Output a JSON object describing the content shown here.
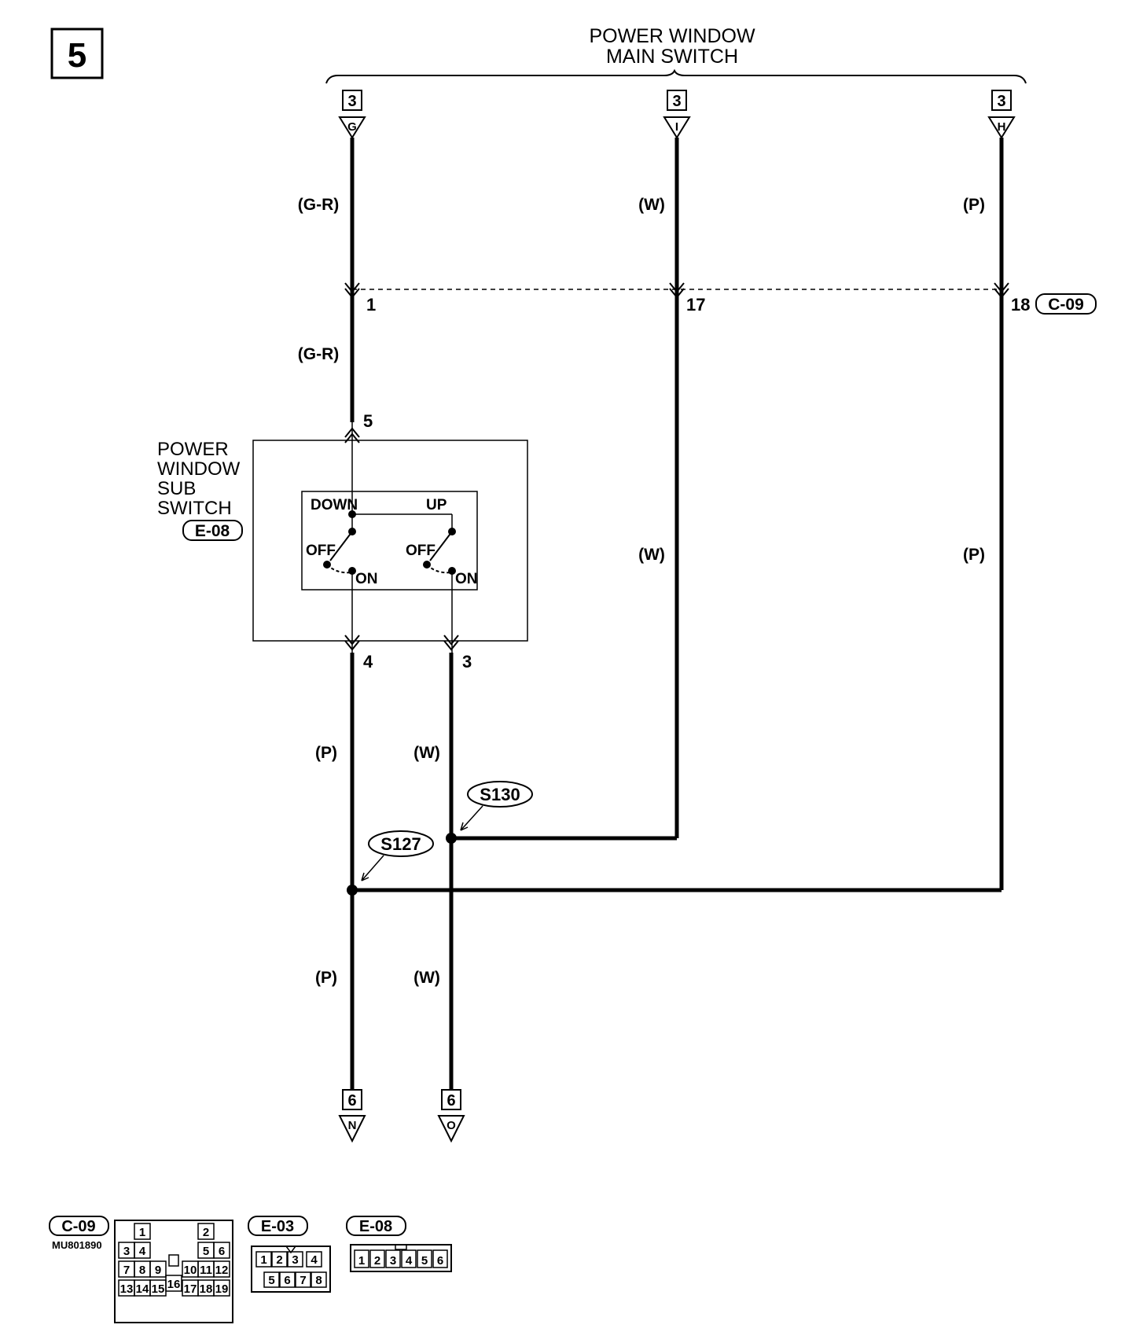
{
  "page_number": "5",
  "main_switch": {
    "line1": "POWER WINDOW",
    "line2": "MAIN SWITCH"
  },
  "top_connectors": [
    {
      "page": "3",
      "letter": "G"
    },
    {
      "page": "3",
      "letter": "I"
    },
    {
      "page": "3",
      "letter": "H"
    }
  ],
  "wire_colors": {
    "col1_top": "(G-R)",
    "col2_top": "(W)",
    "col3_top": "(P)",
    "col1_mid": "(G-R)",
    "col2_mid": "(W)",
    "col3_mid": "(P)",
    "col1_low": "(P)",
    "col4_low": "(W)",
    "col1_bottom": "(P)",
    "col4_bottom": "(W)"
  },
  "pins": {
    "c09_pin_a": "1",
    "c09_pin_b": "17",
    "c09_pin_c": "18",
    "c09_label": "C-09",
    "e08_in": "5",
    "e08_out_a": "4",
    "e08_out_b": "3"
  },
  "sub_switch": {
    "line1": "POWER",
    "line2": "WINDOW",
    "line3": "SUB",
    "line4": "SWITCH",
    "connector": "E-08",
    "down": "DOWN",
    "up": "UP",
    "off": "OFF",
    "on": "ON"
  },
  "splices": {
    "s130": "S130",
    "s127": "S127"
  },
  "bottom_connectors": [
    {
      "page": "6",
      "letter": "N"
    },
    {
      "page": "6",
      "letter": "O"
    }
  ],
  "connector_views": {
    "c09": {
      "label": "C-09",
      "part": "MU801890",
      "pins": [
        "1",
        "2",
        "3",
        "4",
        "5",
        "6",
        "7",
        "8",
        "9",
        "10",
        "11",
        "12",
        "13",
        "14",
        "15",
        "16",
        "17",
        "18",
        "19"
      ]
    },
    "e03": {
      "label": "E-03",
      "pins": [
        "1",
        "2",
        "3",
        "4",
        "5",
        "6",
        "7",
        "8"
      ]
    },
    "e08": {
      "label": "E-08",
      "pins": [
        "1",
        "2",
        "3",
        "4",
        "5",
        "6"
      ]
    }
  }
}
